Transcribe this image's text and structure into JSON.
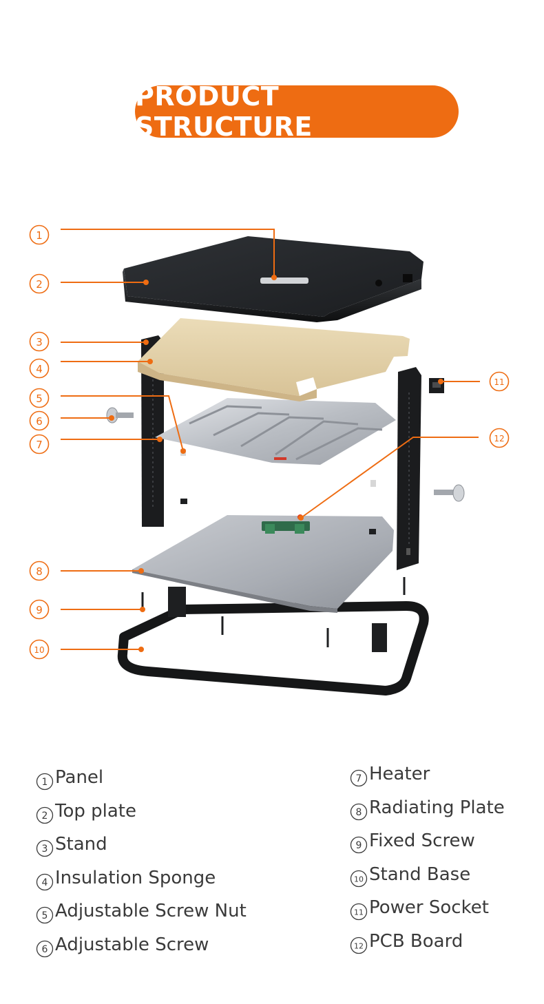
{
  "title": "PRODUCT STRUCTURE",
  "colors": {
    "accent": "#ee6c12",
    "text": "#3a3a3a"
  },
  "callouts": [
    {
      "num": "1"
    },
    {
      "num": "2"
    },
    {
      "num": "3"
    },
    {
      "num": "4"
    },
    {
      "num": "5"
    },
    {
      "num": "6"
    },
    {
      "num": "7"
    },
    {
      "num": "8"
    },
    {
      "num": "9"
    },
    {
      "num": "10"
    },
    {
      "num": "11"
    },
    {
      "num": "12"
    }
  ],
  "legend": {
    "left": [
      {
        "num": "1",
        "label": "Panel"
      },
      {
        "num": "2",
        "label": "Top plate"
      },
      {
        "num": "3",
        "label": "Stand"
      },
      {
        "num": "4",
        "label": "Insulation Sponge"
      },
      {
        "num": "5",
        "label": "Adjustable Screw Nut"
      },
      {
        "num": "6",
        "label": "Adjustable Screw"
      }
    ],
    "right": [
      {
        "num": "7",
        "label": "Heater"
      },
      {
        "num": "8",
        "label": "Radiating Plate"
      },
      {
        "num": "9",
        "label": "Fixed Screw"
      },
      {
        "num": "10",
        "label": "Stand Base"
      },
      {
        "num": "11",
        "label": "Power Socket"
      },
      {
        "num": "12",
        "label": "PCB Board"
      }
    ]
  }
}
